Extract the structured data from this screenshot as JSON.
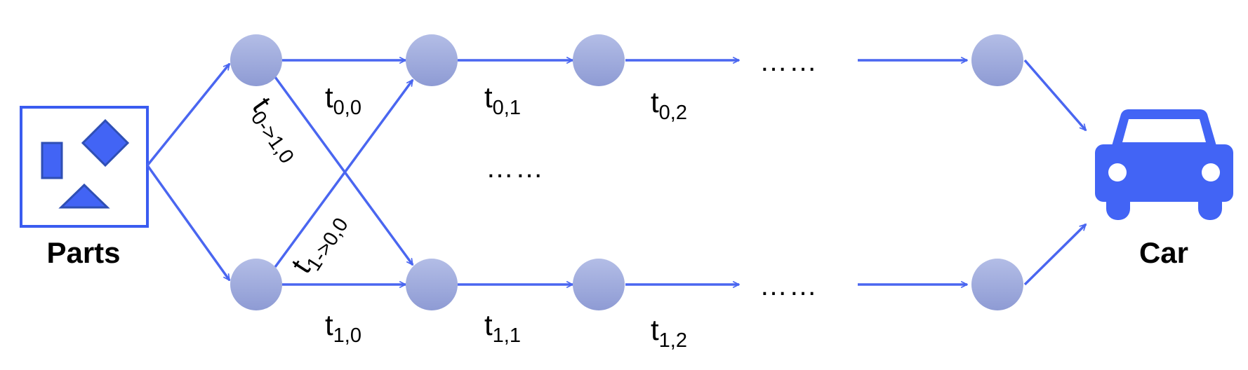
{
  "labels": {
    "parts": "Parts",
    "car": "Car",
    "ellipsis": "……"
  },
  "edge_labels": {
    "t00": {
      "base": "t",
      "sub": "0,0"
    },
    "t01": {
      "base": "t",
      "sub": "0,1"
    },
    "t02": {
      "base": "t",
      "sub": "0,2"
    },
    "t10": {
      "base": "t",
      "sub": "1,0"
    },
    "t11": {
      "base": "t",
      "sub": "1,1"
    },
    "t12": {
      "base": "t",
      "sub": "1,2"
    },
    "t0to1": {
      "base": "t",
      "sub": "0->1,0"
    },
    "t1to0": {
      "base": "t",
      "sub": "1->0,0"
    }
  },
  "colors": {
    "accent": "#4a66f0",
    "node_light": "#b3bde6",
    "node_dark": "#8e9bd4",
    "parts_border": "#3a5cf0",
    "car_fill": "#4264f5"
  },
  "icons": [
    "rectangle-part-icon",
    "diamond-part-icon",
    "triangle-part-icon",
    "car-icon"
  ]
}
